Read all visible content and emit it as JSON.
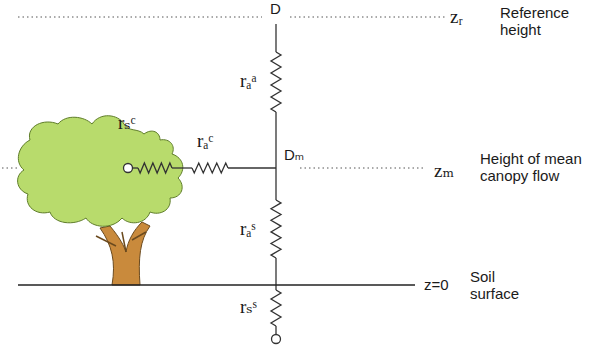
{
  "diagram": {
    "labels": [
      "D",
      "zᵣ",
      "Reference height",
      "rₐᵃ",
      "rₛᶜ",
      "rₐᶜ",
      "Dₘ",
      "zₘ",
      "Height of mean canopy flow",
      "rₐˢ",
      "z=0",
      "Soil surface",
      "rₛˢ"
    ]
  }
}
